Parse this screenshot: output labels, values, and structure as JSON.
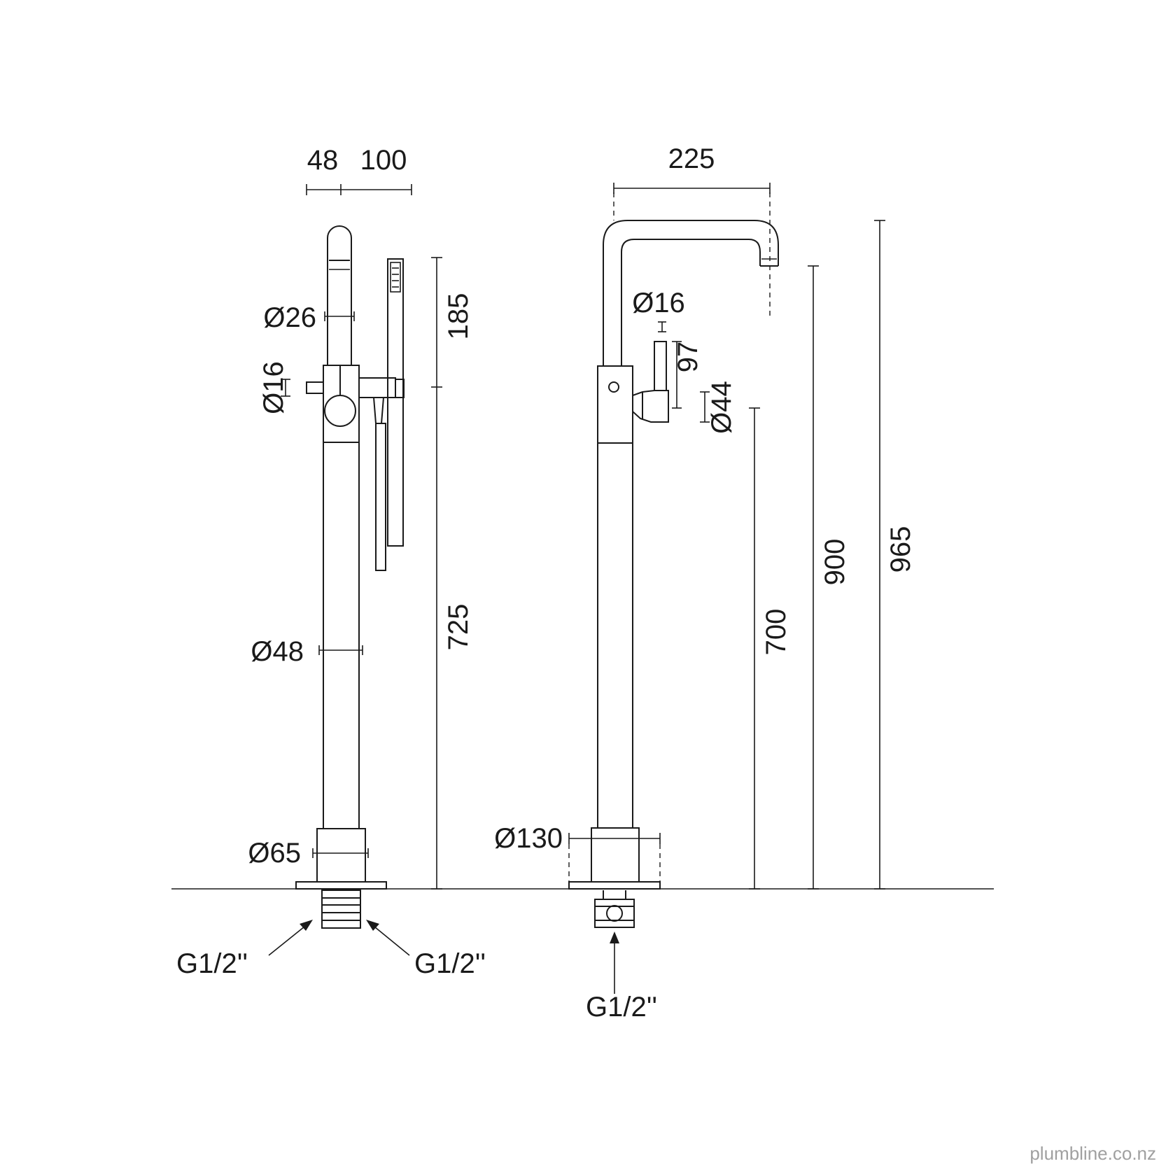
{
  "left_view": {
    "dims": {
      "offset_48": "48",
      "offset_100": "100",
      "d26": "Ø26",
      "d16": "Ø16",
      "h185": "185",
      "d48": "Ø48",
      "h725": "725",
      "d65": "Ø65"
    },
    "connections": [
      "G1/2''",
      "G1/2''"
    ]
  },
  "right_view": {
    "dims": {
      "w225": "225",
      "d16": "Ø16",
      "h97": "97",
      "d44": "Ø44",
      "d130": "Ø130",
      "h700": "700",
      "h900": "900",
      "h965": "965"
    },
    "connection": "G1/2''"
  },
  "brand": "plumbline.co.nz"
}
